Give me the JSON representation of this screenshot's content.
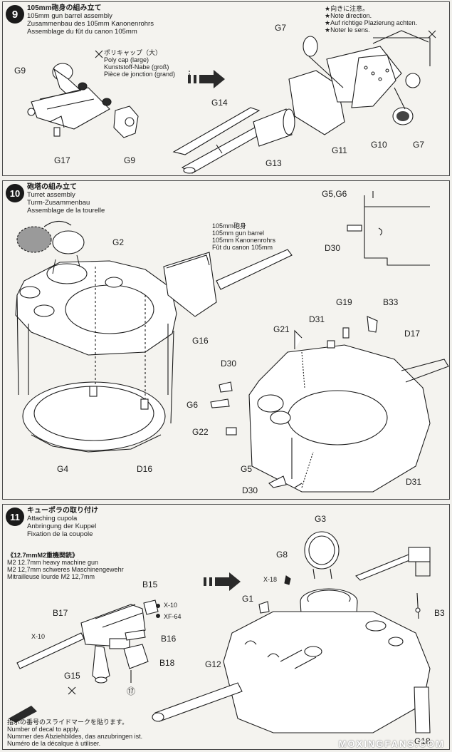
{
  "colors": {
    "ink": "#1c1c1c",
    "paper": "#f1f0ec",
    "shade": "#9a9a9a",
    "step_badge": "#1a1a1a"
  },
  "step9": {
    "number": "9",
    "title_jp": "105mm砲身の組み立て",
    "title_en": "105mm gun barrel assembly",
    "title_de": "Zusammenbau des 105mm Kanonenrohrs",
    "title_fr": "Assemblage du fût du canon 105mm",
    "polycap": {
      "jp": "ポリキャップ（大）",
      "en": "Poly cap (large)",
      "de": "Kunststoff-Nabe (groß)",
      "fr": "Pièce de jonction (grand)"
    },
    "notes": [
      "★向きに注意。",
      "★Note direction.",
      "★Auf richtige Plazierung achten.",
      "★Noter le sens."
    ],
    "labels": {
      "g9a": "G9",
      "g17": "G17",
      "g9b": "G9",
      "g14": "G14",
      "g13": "G13",
      "g7a": "G7",
      "g11": "G11",
      "g10": "G10",
      "g7b": "G7"
    }
  },
  "step10": {
    "number": "10",
    "title_jp": "砲塔の組み立て",
    "title_en": "Turret assembly",
    "title_de": "Turm-Zusammenbau",
    "title_fr": "Assemblage de la tourelle",
    "barrel": {
      "jp": "105mm砲身",
      "en": "105mm gun barrel",
      "de": "105mm Kanonenrohrs",
      "fr": "Fût du canon 105mm"
    },
    "labels": {
      "g2": "G2",
      "g16": "G16",
      "g4": "G4",
      "d16": "D16",
      "g5g6": "G5,G6",
      "d30a": "D30",
      "g19": "G19",
      "b33": "B33",
      "d31a": "D31",
      "g21": "G21",
      "d17": "D17",
      "d30b": "D30",
      "g6": "G6",
      "g22": "G22",
      "g5": "G5",
      "d30c": "D30",
      "d31b": "D31"
    }
  },
  "step11": {
    "number": "11",
    "title_jp": "キューポラの取り付け",
    "title_en": "Attaching cupola",
    "title_de": "Anbringung der Kuppel",
    "title_fr": "Fixation de la coupole",
    "mg": {
      "jp": "《12.7mmM2重機関銃》",
      "en": "M2 12.7mm heavy machine gun",
      "de": "M2 12,7mm schweres Maschinengewehr",
      "fr": "Mitrailleuse lourde M2 12,7mm"
    },
    "decal": {
      "jp": "指示の番号のスライドマークを貼ります。",
      "en": "Number of decal to apply.",
      "de": "Nummer des Abziehbildes, das anzubringen ist.",
      "fr": "Numéro de la décalque à utiliser."
    },
    "labels": {
      "b15": "B15",
      "x10a": "X-10",
      "xf64": "XF-64",
      "b17": "B17",
      "x10b": "X-10",
      "b16": "B16",
      "b18": "B18",
      "g15": "G15",
      "decal_no": "⑰",
      "g3": "G3",
      "g8": "G8",
      "x18": "X-18",
      "g1": "G1",
      "b3": "B3",
      "g12": "G12",
      "g18": "G18"
    }
  },
  "watermark": "MOXINGFANS.COM"
}
